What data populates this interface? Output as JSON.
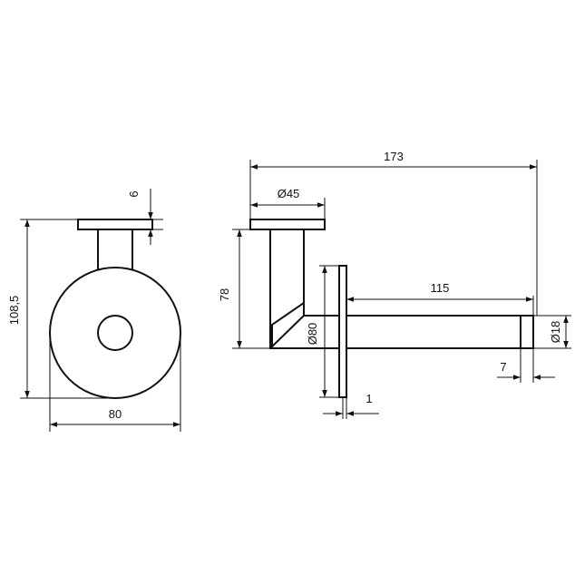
{
  "dimensions": {
    "front_flange_thickness": "6",
    "front_height": "108,5",
    "front_width": "80",
    "overall_length": "173",
    "flange_diameter": "Ø45",
    "post_height": "78",
    "backplate_diameter": "Ø80",
    "arm_length": "115",
    "arm_diameter": "Ø18",
    "end_cap_length": "7",
    "backplate_thickness": "1"
  }
}
